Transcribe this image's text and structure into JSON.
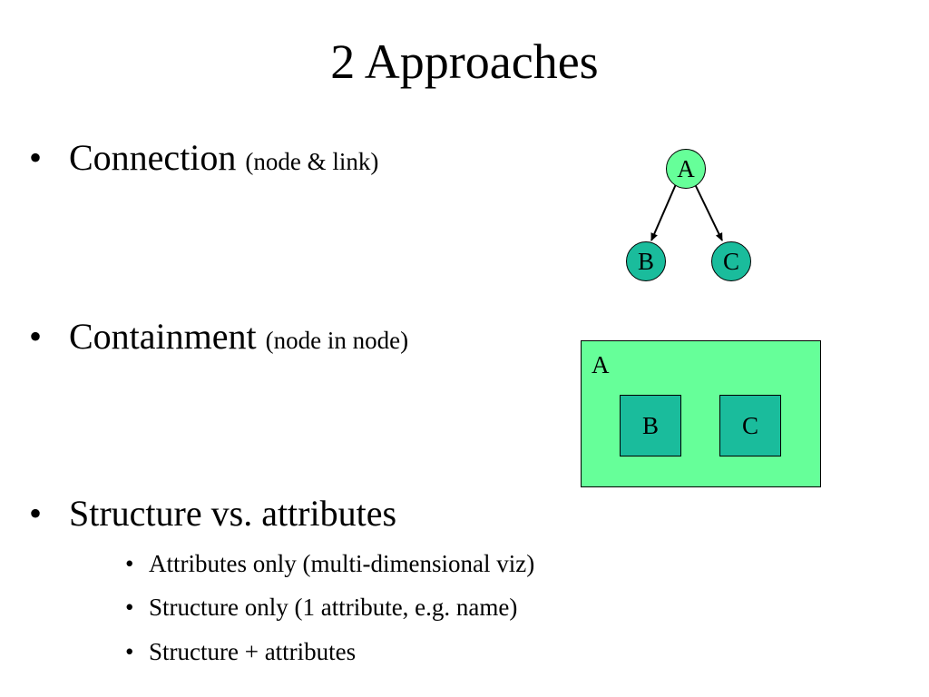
{
  "slide": {
    "title": "2 Approaches",
    "bullets": [
      {
        "marker": "•",
        "text": "Connection",
        "detail": "(node & link)"
      },
      {
        "marker": "•",
        "text": "Containment",
        "detail": "(node in node)"
      },
      {
        "marker": "•",
        "text": "Structure vs. attributes",
        "detail": ""
      }
    ],
    "sub_bullets": [
      {
        "marker": "•",
        "text": "Attributes only (multi-dimensional viz)"
      },
      {
        "marker": "•",
        "text": "Structure only (1 attribute, e.g. name)"
      },
      {
        "marker": "•",
        "text": "Structure + attributes"
      }
    ]
  },
  "connection_diagram": {
    "nodes": {
      "a": "A",
      "b": "B",
      "c": "C"
    },
    "colors": {
      "root": "#66ff99",
      "child": "#1abc9c"
    }
  },
  "containment_diagram": {
    "outer": "A",
    "inner": {
      "b": "B",
      "c": "C"
    },
    "colors": {
      "outer": "#66ff99",
      "inner": "#1abc9c"
    }
  }
}
